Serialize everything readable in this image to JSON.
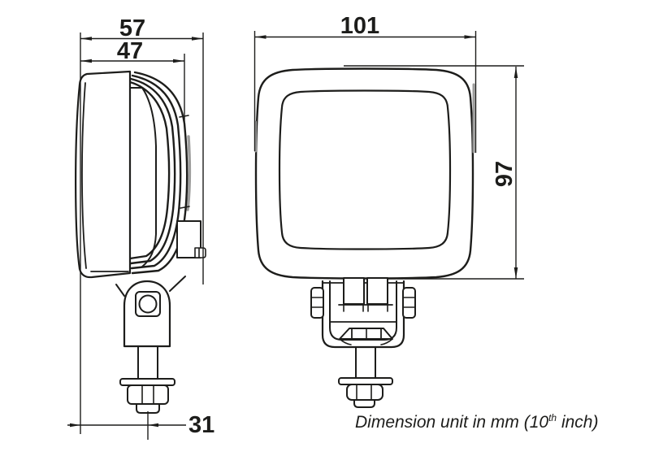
{
  "dimensions": {
    "depth_overall": "57",
    "depth_housing": "47",
    "mount_offset": "31",
    "width": "101",
    "height": "97"
  },
  "note": {
    "prefix": "Dimension unit in mm (10",
    "sup": "th",
    "suffix": " inch)"
  },
  "colors": {
    "line": "#1d1d1b",
    "shadow": "#9d9d9c",
    "background": "#ffffff"
  }
}
